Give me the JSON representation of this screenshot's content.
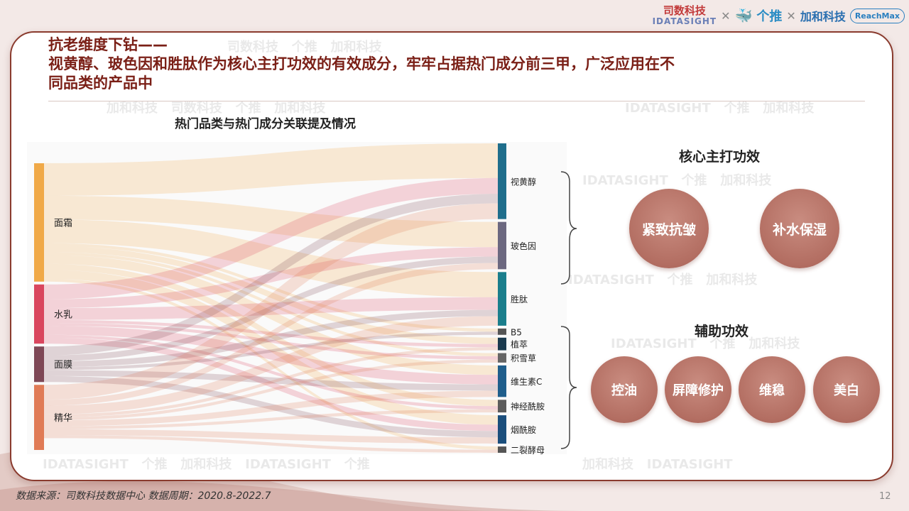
{
  "header": {
    "logos": {
      "sishu_cn": "司数科技",
      "sishu_en": "IDATASIGHT",
      "getui": "个推",
      "jiahe": "加和科技",
      "reachmax": "ReachMax"
    },
    "title_lines": [
      "抗老维度下钻——",
      "视黄醇、玻色因和胜肽作为核心主打功效的有效成分，牢牢占据热门成分前三甲，广泛应用在不",
      "同品类的产品中"
    ]
  },
  "chart_data": {
    "type": "sankey",
    "title": "热门品类与热门成分关联提及情况",
    "sources": [
      {
        "name": "面霜",
        "value": 40,
        "color": "#f0a948"
      },
      {
        "name": "水乳",
        "value": 20,
        "color": "#d9465e"
      },
      {
        "name": "面膜",
        "value": 12,
        "color": "#7e4856"
      },
      {
        "name": "精华",
        "value": 22,
        "color": "#e07b56"
      }
    ],
    "targets": [
      {
        "name": "视黄醇",
        "value": 24,
        "color": "#1f6e8c"
      },
      {
        "name": "玻色因",
        "value": 15,
        "color": "#6c6880"
      },
      {
        "name": "胜肽",
        "value": 17,
        "color": "#1a7e8c"
      },
      {
        "name": "B5",
        "value": 2,
        "color": "#555555"
      },
      {
        "name": "植萃",
        "value": 4,
        "color": "#1a3a4e"
      },
      {
        "name": "积雪草",
        "value": 3,
        "color": "#666666"
      },
      {
        "name": "维生素C",
        "value": 10,
        "color": "#1f5e8c"
      },
      {
        "name": "神经酰胺",
        "value": 4,
        "color": "#5c5c5c"
      },
      {
        "name": "烟酰胺",
        "value": 9,
        "color": "#1a4e7c"
      },
      {
        "name": "二裂酵母",
        "value": 2,
        "color": "#555555"
      }
    ],
    "links": [
      {
        "source": "面霜",
        "target": "视黄醇",
        "value": 11
      },
      {
        "source": "面霜",
        "target": "玻色因",
        "value": 8
      },
      {
        "source": "面霜",
        "target": "胜肽",
        "value": 8
      },
      {
        "source": "面霜",
        "target": "B5",
        "value": 1
      },
      {
        "source": "面霜",
        "target": "植萃",
        "value": 2
      },
      {
        "source": "面霜",
        "target": "积雪草",
        "value": 1
      },
      {
        "source": "面霜",
        "target": "维生素C",
        "value": 3
      },
      {
        "source": "面霜",
        "target": "神经酰胺",
        "value": 2
      },
      {
        "source": "面霜",
        "target": "烟酰胺",
        "value": 3
      },
      {
        "source": "面霜",
        "target": "二裂酵母",
        "value": 1
      },
      {
        "source": "水乳",
        "target": "视黄醇",
        "value": 5
      },
      {
        "source": "水乳",
        "target": "玻色因",
        "value": 3
      },
      {
        "source": "水乳",
        "target": "胜肽",
        "value": 4
      },
      {
        "source": "水乳",
        "target": "植萃",
        "value": 1
      },
      {
        "source": "水乳",
        "target": "积雪草",
        "value": 1
      },
      {
        "source": "水乳",
        "target": "维生素C",
        "value": 3
      },
      {
        "source": "水乳",
        "target": "神经酰胺",
        "value": 1
      },
      {
        "source": "水乳",
        "target": "烟酰胺",
        "value": 2
      },
      {
        "source": "面膜",
        "target": "视黄醇",
        "value": 3
      },
      {
        "source": "面膜",
        "target": "玻色因",
        "value": 2
      },
      {
        "source": "面膜",
        "target": "胜肽",
        "value": 2
      },
      {
        "source": "面膜",
        "target": "B5",
        "value": 1
      },
      {
        "source": "面膜",
        "target": "维生素C",
        "value": 2
      },
      {
        "source": "面膜",
        "target": "烟酰胺",
        "value": 2
      },
      {
        "source": "精华",
        "target": "视黄醇",
        "value": 5
      },
      {
        "source": "精华",
        "target": "玻色因",
        "value": 2
      },
      {
        "source": "精华",
        "target": "胜肽",
        "value": 3
      },
      {
        "source": "精华",
        "target": "植萃",
        "value": 1
      },
      {
        "source": "精华",
        "target": "积雪草",
        "value": 1
      },
      {
        "source": "精华",
        "target": "维生素C",
        "value": 2
      },
      {
        "source": "精华",
        "target": "神经酰胺",
        "value": 1
      },
      {
        "source": "精华",
        "target": "烟酰胺",
        "value": 2
      },
      {
        "source": "精华",
        "target": "二裂酵母",
        "value": 1
      }
    ]
  },
  "core_effects": {
    "title": "核心主打功效",
    "items": [
      "紧致抗皱",
      "补水保湿"
    ]
  },
  "aux_effects": {
    "title": "辅助功效",
    "items": [
      "控油",
      "屏障修护",
      "维稳",
      "美白"
    ]
  },
  "footer": {
    "source": "数据来源：司数科技数据中心    数据周期：2020.8-2022.7",
    "page": "12"
  }
}
